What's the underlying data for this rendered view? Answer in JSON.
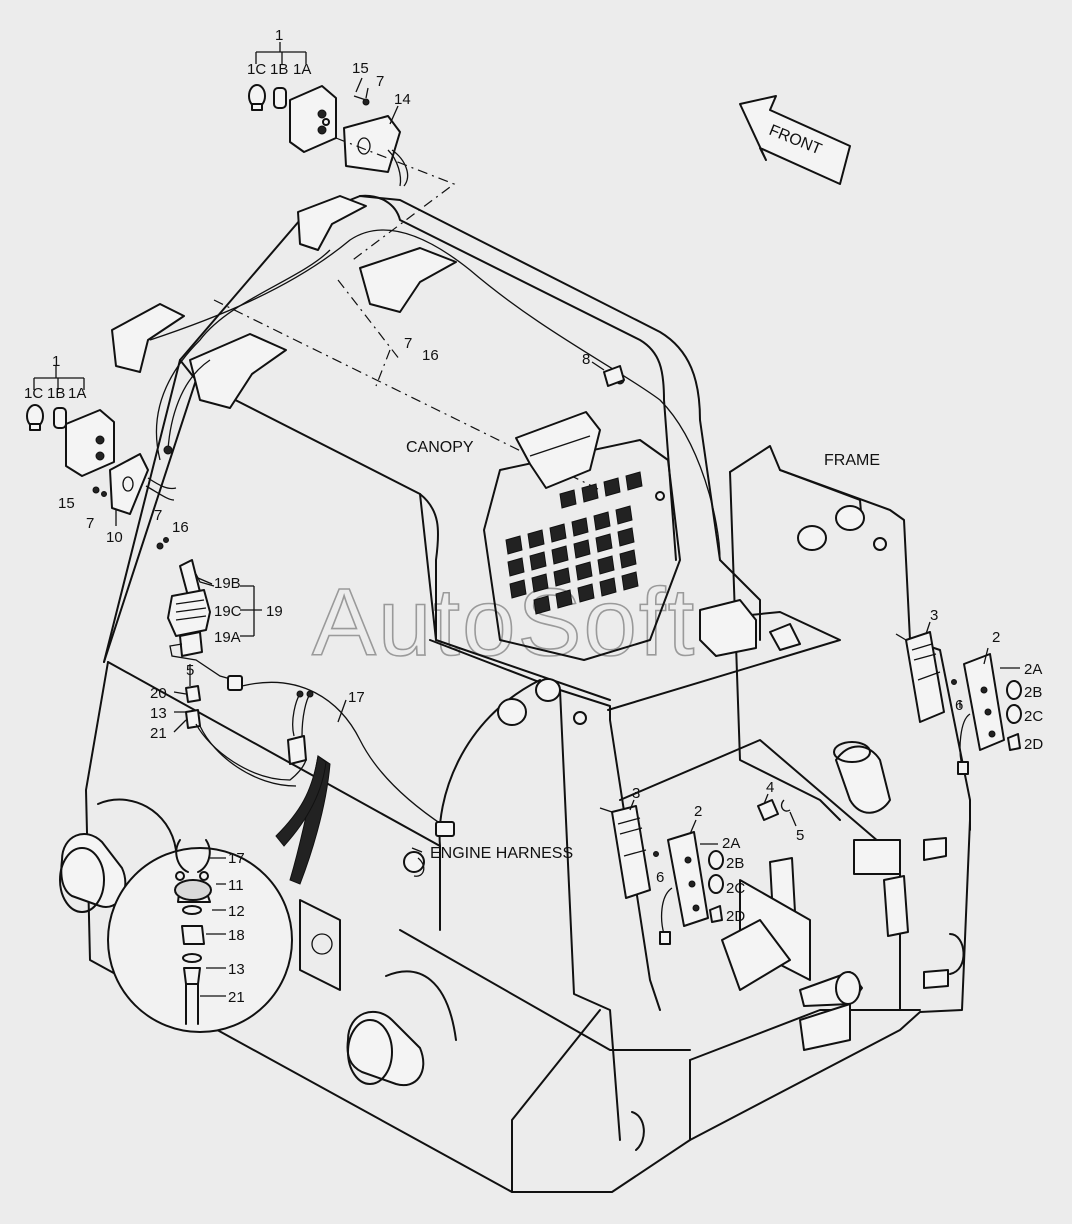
{
  "watermark": "AutoSoft",
  "direction_arrow": "FRONT",
  "section_labels": {
    "canopy": "CANOPY",
    "frame": "FRAME",
    "engine_harness": "ENGINE HARNESS"
  },
  "callouts": {
    "top_lamp_group": "1",
    "top_lamp_1c": "1C",
    "top_lamp_1b": "1B",
    "top_lamp_1a": "1A",
    "top_bolt_15": "15",
    "top_washer_7": "7",
    "top_bracket_14": "14",
    "mid_washer_7": "7",
    "mid_nut_16": "16",
    "relay_8": "8",
    "left_lamp_group": "1",
    "left_lamp_1c": "1C",
    "left_lamp_1b": "1B",
    "left_lamp_1a": "1A",
    "left_bolt_15": "15",
    "left_washer_7": "7",
    "left_bracket_10": "10",
    "left_washer_7b": "7",
    "left_nut_16": "16",
    "switch_19b": "19B",
    "switch_19c": "19C",
    "switch_19": "19",
    "switch_19a": "19A",
    "conn_5": "5",
    "fit_20": "20",
    "fit_13": "13",
    "fit_21": "21",
    "harness_17": "17",
    "detail_17": "17",
    "detail_11": "11",
    "detail_12": "12",
    "detail_18": "18",
    "detail_13": "13",
    "detail_21": "21",
    "right_lens_3": "3",
    "right_lamp_2": "2",
    "right_2a": "2A",
    "right_2b": "2B",
    "right_2c": "2C",
    "right_2d": "2D",
    "right_socket_6": "6",
    "center_lens_3": "3",
    "center_lamp_2": "2",
    "center_2a": "2A",
    "center_2b": "2B",
    "center_2c": "2C",
    "center_2d": "2D",
    "center_socket_6": "6",
    "flasher_4": "4",
    "clip_5": "5"
  }
}
